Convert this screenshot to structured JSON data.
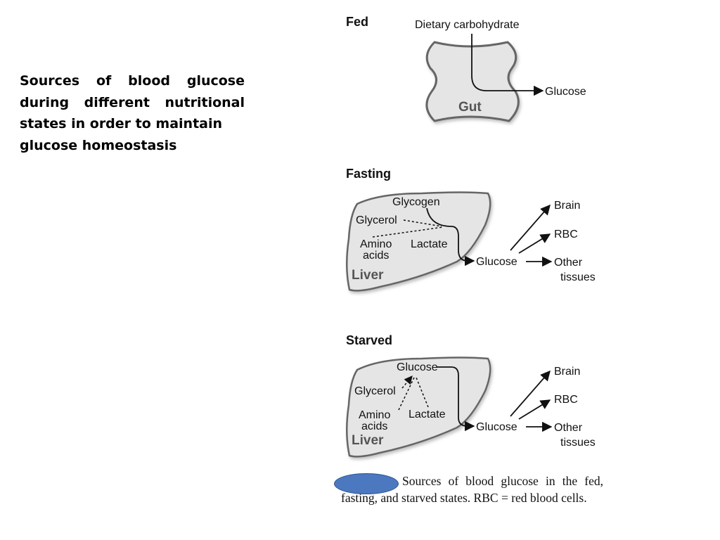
{
  "side_text": {
    "line1": "Sources of blood glucose",
    "line2": "during different nutritional",
    "line3": "states in order to maintain",
    "line4": "glucose homeostasis"
  },
  "fed": {
    "heading": "Fed",
    "source": "Dietary carbohydrate",
    "product": "Glucose",
    "organ": "Gut"
  },
  "fasting": {
    "heading": "Fasting",
    "glycogen": "Glycogen",
    "glycerol": "Glycerol",
    "amino1": "Amino",
    "amino2": "acids",
    "lactate": "Lactate",
    "organ": "Liver",
    "glucose": "Glucose",
    "brain": "Brain",
    "rbc": "RBC",
    "other1": "Other",
    "other2": "tissues"
  },
  "starved": {
    "heading": "Starved",
    "glucose_in": "Glucose",
    "glycerol": "Glycerol",
    "amino1": "Amino",
    "amino2": "acids",
    "lactate": "Lactate",
    "organ": "Liver",
    "glucose": "Glucose",
    "brain": "Brain",
    "rbc": "RBC",
    "other1": "Other",
    "other2": "tissues"
  },
  "caption": {
    "text": "Sources of blood glucose in the fed, fasting, and starved states. RBC = red blood cells."
  },
  "colors": {
    "organ_fill": "#e5e5e5",
    "organ_stroke": "#666666",
    "arrow": "#111111",
    "blob": "#4c78c0"
  }
}
